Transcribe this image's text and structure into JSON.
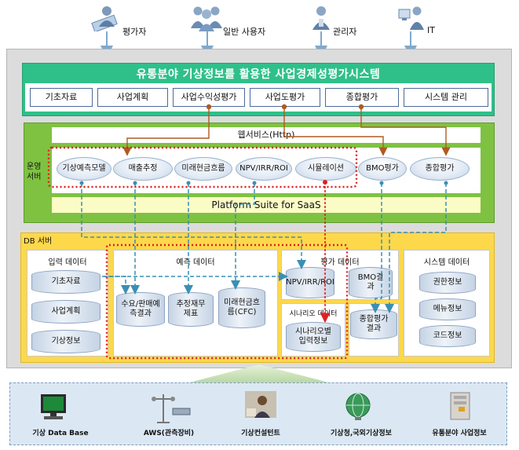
{
  "actors": [
    {
      "icon": "evaluator-person-icon",
      "label": "평가자"
    },
    {
      "icon": "general-users-icon",
      "label": "일반 사용자"
    },
    {
      "icon": "administrator-icon",
      "label": "관리자"
    },
    {
      "icon": "it-person-icon",
      "label": "IT"
    }
  ],
  "system": {
    "title": "유통분야 기상정보를 활용한 사업경제성평가시스템",
    "menus": [
      "기초자료",
      "사업계획",
      "사업수익성평가",
      "사업도평가",
      "종합평가",
      "시스템 관리"
    ]
  },
  "operation_server": {
    "label": "운영서버",
    "web_service": "웹서비스(Http)",
    "services": [
      "기상예측모델",
      "매출추정",
      "미래현금흐름",
      "NPV/IRR/ROI",
      "시뮬레이션",
      "BMO평가",
      "종합평가"
    ],
    "platform": "Platform Suite for SaaS"
  },
  "db_server": {
    "label": "DB 서버",
    "input_data": {
      "title": "입력 데이터",
      "items": [
        "기초자료",
        "사업계획",
        "기상정보"
      ]
    },
    "forecast_data": {
      "title": "예측 데이터",
      "items": [
        "수요/판매예측결과",
        "추정재무제표",
        "미래현금흐름(CFC)"
      ]
    },
    "evaluation_data": {
      "title": "평가 데이터",
      "items": [
        "NPV/IRR/ROI",
        "BMO결과",
        "종합평가결과"
      ]
    },
    "scenario_data": {
      "title": "시나리오 데이터",
      "items": [
        "시나리오별입력정보"
      ]
    },
    "system_data": {
      "title": "시스템 데이터",
      "items": [
        "권한정보",
        "메뉴정보",
        "코드정보"
      ]
    }
  },
  "sources": [
    {
      "icon": "computer-icon",
      "label": "기상 Data Base"
    },
    {
      "icon": "weather-station-icon",
      "label": "AWS(관측장비)"
    },
    {
      "icon": "consultant-icon",
      "label": "기상컨설턴트"
    },
    {
      "icon": "globe-icon",
      "label": "기상청,국외기상정보"
    },
    {
      "icon": "server-icon",
      "label": "유통분야 사업정보"
    }
  ],
  "colors": {
    "system_header": "#2fc08a",
    "operation_server": "#7fc242",
    "db_server": "#fdd84b",
    "highlight": "#e02020",
    "arrow": "#3a8fb4"
  }
}
